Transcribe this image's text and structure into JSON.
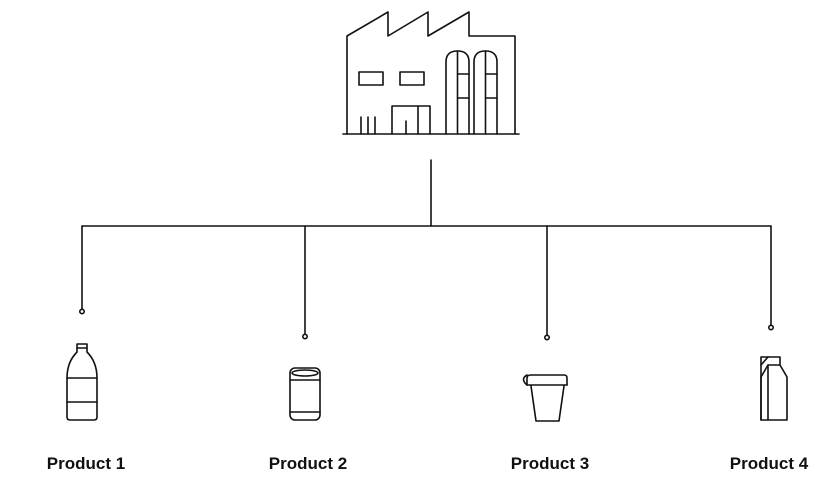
{
  "diagram": {
    "line_color": "#111111",
    "background": "#ffffff",
    "source": {
      "icon": "factory-icon"
    },
    "products": [
      {
        "label": "Product 1",
        "icon": "bottle-icon"
      },
      {
        "label": "Product 2",
        "icon": "can-icon"
      },
      {
        "label": "Product 3",
        "icon": "cup-icon"
      },
      {
        "label": "Product 4",
        "icon": "milk-carton-icon"
      }
    ]
  }
}
